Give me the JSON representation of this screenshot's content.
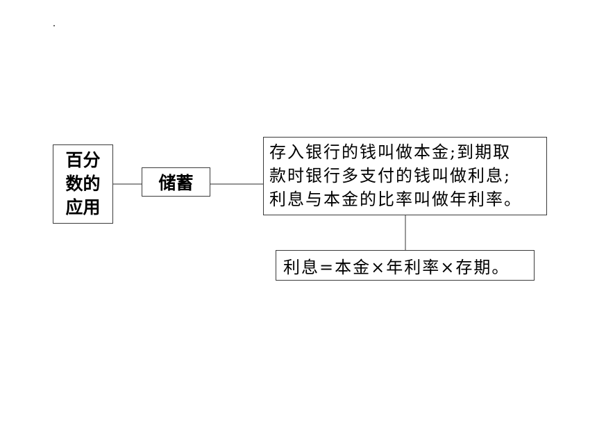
{
  "diagram": {
    "root": {
      "label": "百分数的应用"
    },
    "node": {
      "label": "储蓄"
    },
    "definition": {
      "lines": [
        "存入银行的钱叫做本金;到期取",
        "款时银行多支付的钱叫做利息;",
        "利息与本金的比率叫做年利率。"
      ]
    },
    "formula": {
      "label": "利息=本金×年利率×存期。"
    }
  },
  "colors": {
    "line": "#555555",
    "border": "#3a3a3a",
    "text": "#000000"
  }
}
